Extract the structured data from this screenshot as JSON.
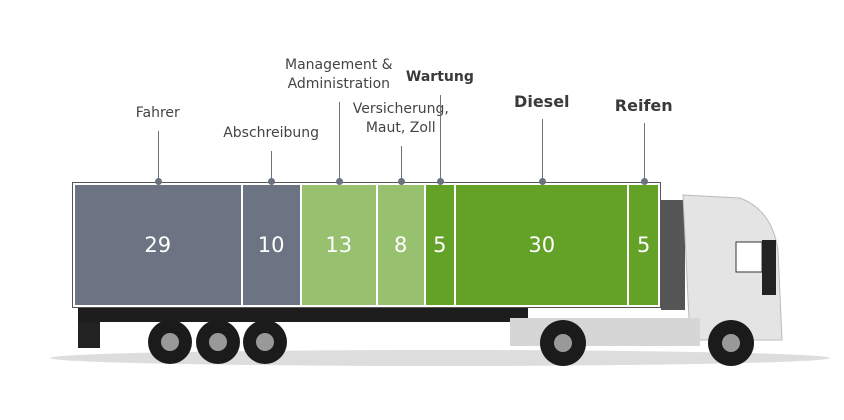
{
  "chart_data": {
    "type": "bar",
    "title": "",
    "categories": [
      "Fahrer",
      "Abschreibung",
      "Management & Administration",
      "Versicherung, Maut, Zoll",
      "Wartung",
      "Diesel",
      "Reifen"
    ],
    "values": [
      29,
      10,
      13,
      8,
      5,
      30,
      5
    ],
    "colors": [
      "#6c7382",
      "#6c7382",
      "#97c06f",
      "#97c06f",
      "#63a127",
      "#63a127",
      "#63a127"
    ],
    "emphasis": [
      "normal",
      "normal",
      "normal",
      "normal",
      "bold",
      "bold-large",
      "bold-large"
    ],
    "xlabel": "",
    "ylabel": ""
  }
}
